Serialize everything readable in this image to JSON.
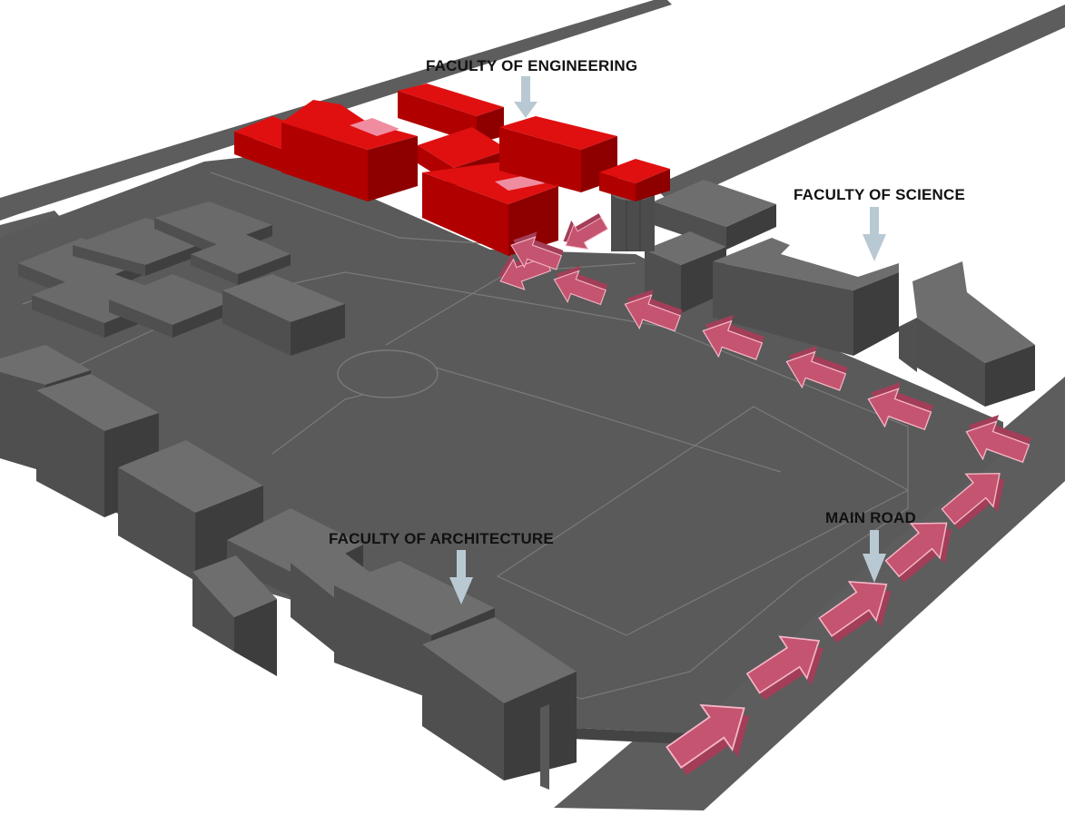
{
  "diagram": {
    "labels": {
      "engineering": "FACULTY OF ENGINEERING",
      "science": "FACULTY OF SCIENCE",
      "architecture": "FACULTY OF ARCHITECTURE",
      "main_road": "MAIN ROAD"
    },
    "colors": {
      "background": "#ffffff",
      "road": "#5d5d5d",
      "ground": "#5a5a5a",
      "ground_line": "#7a7a7a",
      "building_top": "#6e6e6e",
      "building_side_light": "#4f4f4f",
      "building_side_dark": "#3d3d3d",
      "highlight_top": "#e01010",
      "highlight_side": "#b00000",
      "highlight_side_dark": "#8e0000",
      "arrow_fill": "#c4546f",
      "arrow_side": "#a33e58",
      "arrow_edge": "#f5b5c6",
      "pointer": "#b9c9d3"
    },
    "circulation_arrows": 14
  }
}
